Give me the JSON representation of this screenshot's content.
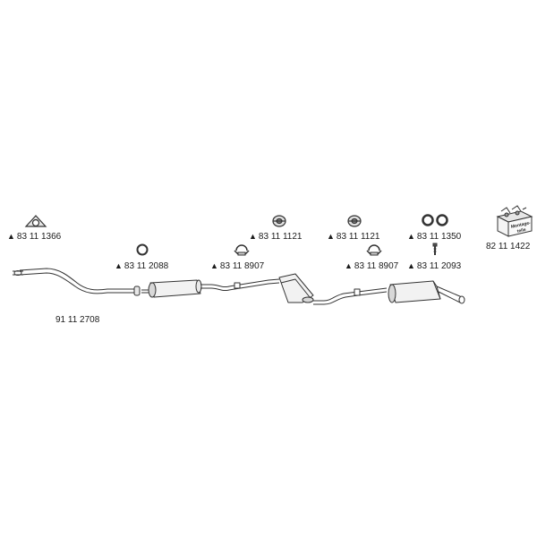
{
  "colors": {
    "stroke": "#333333",
    "fill_light": "#f2f2f2",
    "fill_mid": "#d8d8d8",
    "text": "#1a1a1a"
  },
  "marker_symbol": "▲",
  "parts": [
    {
      "id": "flange-gasket",
      "number": "83 11 1366",
      "icon": "flange-gasket-icon",
      "marked": true
    },
    {
      "id": "ring-gasket",
      "number": "83 11 2088",
      "icon": "ring-gasket-icon",
      "marked": true
    },
    {
      "id": "clamp-a",
      "number": "83 11 8907",
      "icon": "pipe-clamp-icon",
      "marked": true
    },
    {
      "id": "rubber-hanger-a",
      "number": "83 11 1121",
      "icon": "rubber-hanger-icon",
      "marked": true
    },
    {
      "id": "rubber-hanger-b",
      "number": "83 11 1121",
      "icon": "rubber-hanger-icon",
      "marked": true
    },
    {
      "id": "clamp-b",
      "number": "83 11 8907",
      "icon": "pipe-clamp-icon",
      "marked": true
    },
    {
      "id": "rubber-rings",
      "number": "83 11 1350",
      "icon": "rubber-rings-icon",
      "marked": true
    },
    {
      "id": "bolt",
      "number": "83 11 2093",
      "icon": "bolt-icon",
      "marked": true
    },
    {
      "id": "mounting-kit",
      "number": "82 11 1422",
      "icon": "mounting-kit-box-icon",
      "marked": false
    },
    {
      "id": "exhaust-system",
      "number": "91 11 2708",
      "icon": "exhaust-system-icon",
      "marked": false
    }
  ],
  "kit_box_text": [
    "Montage-",
    "teile"
  ]
}
